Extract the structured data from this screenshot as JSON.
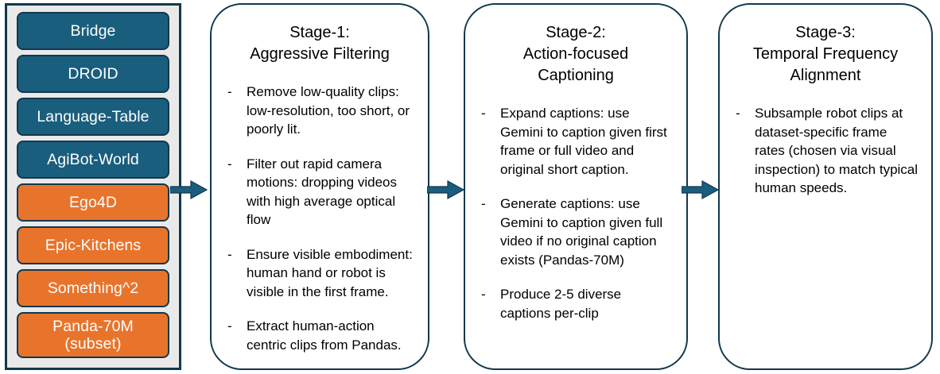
{
  "datasets": {
    "panel_name": "data-sources",
    "colors": {
      "robot": "#1A5E7E",
      "human": "#E8742C",
      "panel_bg": "#E9E9E9",
      "border": "#12384C"
    },
    "items": [
      {
        "label": "Bridge",
        "type": "robot"
      },
      {
        "label": "DROID",
        "type": "robot"
      },
      {
        "label": "Language-Table",
        "type": "robot"
      },
      {
        "label": "AgiBot-World",
        "type": "robot"
      },
      {
        "label": "Ego4D",
        "type": "human"
      },
      {
        "label": "Epic-Kitchens",
        "type": "human"
      },
      {
        "label": "Something^2",
        "type": "human"
      },
      {
        "label": "Panda-70M\n(subset)",
        "type": "human"
      }
    ]
  },
  "stages": [
    {
      "title": "Stage-1:\nAggressive Filtering",
      "bullet_marker": "-",
      "bullets": [
        "Remove low-quality clips: low-resolution, too short, or poorly lit.",
        "Filter out rapid camera motions:  dropping videos with high average optical flow",
        "Ensure visible embodiment: human hand or robot is visible in the first frame.",
        "Extract human-action centric clips from Pandas."
      ]
    },
    {
      "title": "Stage-2:\nAction-focused\nCaptioning",
      "bullet_marker": "-",
      "bullets": [
        "Expand captions: use Gemini to caption given first frame or full video and original short caption.",
        "Generate captions:  use Gemini to caption given full video if no original caption exists (Pandas-70M)",
        "Produce 2-5 diverse captions per-clip"
      ]
    },
    {
      "title": "Stage-3:\nTemporal Frequency\nAlignment",
      "bullet_marker": "-",
      "bullets": [
        "Subsample robot clips at dataset-specific frame rates (chosen via visual inspection) to match typical human speeds."
      ]
    }
  ],
  "arrows": {
    "color": "#1A5E7E",
    "count": 3
  }
}
